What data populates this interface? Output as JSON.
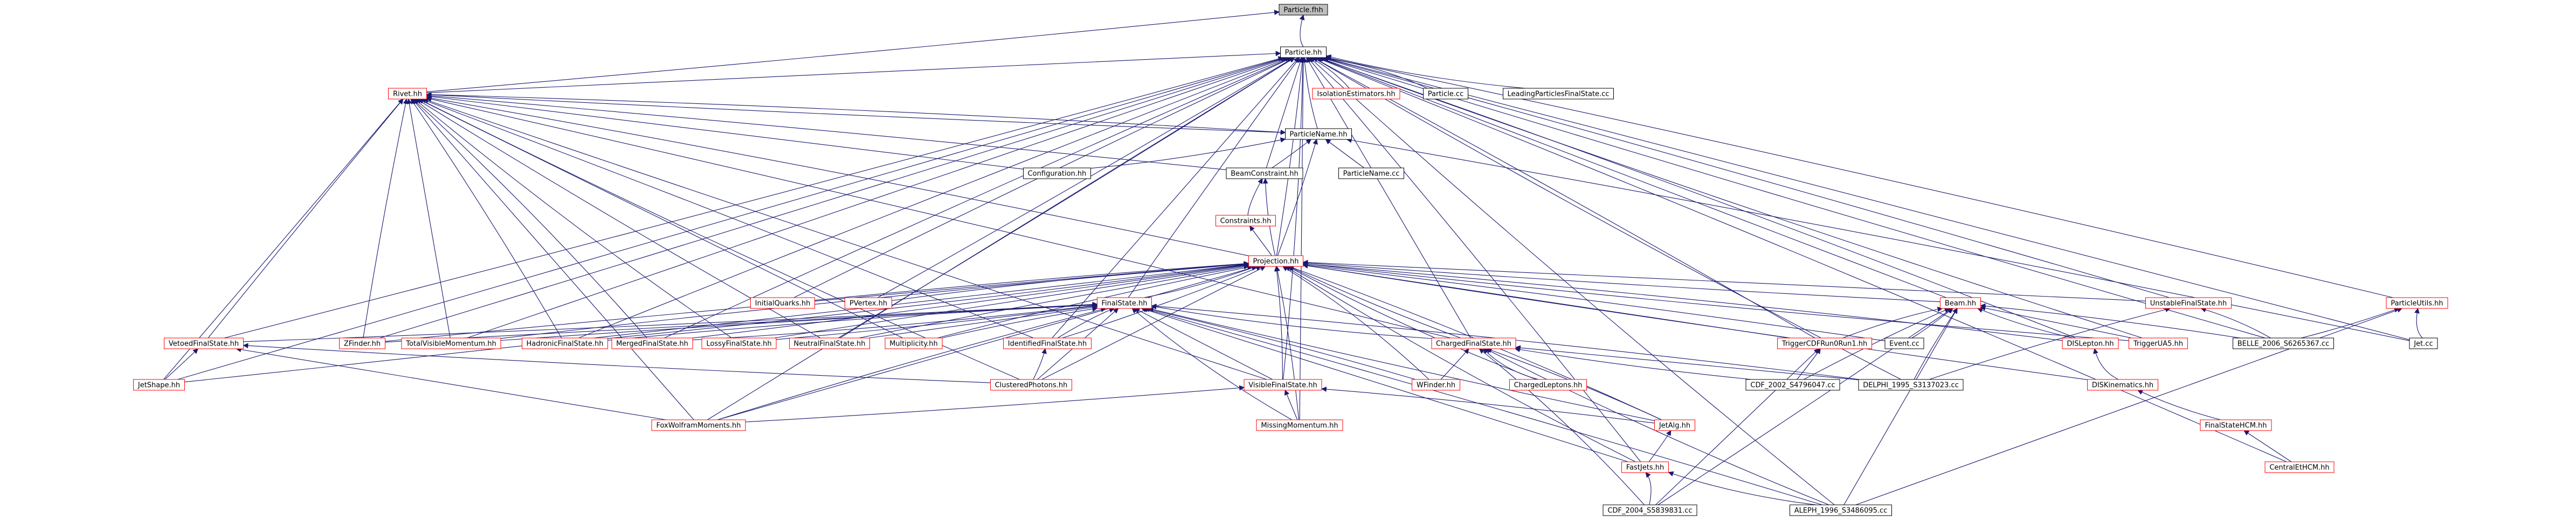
{
  "colors": {
    "edge": "#191970",
    "edge_dark": "#000080",
    "node_border_black": "#000000",
    "node_border_red": "#ff0000",
    "node_fill_white": "#ffffff",
    "node_fill_selected": "#bfbfbf",
    "text": "#000000"
  },
  "nodes": [
    {
      "id": "particle_fhh",
      "label": "Particle.fhh",
      "style": "selected"
    },
    {
      "id": "particle_hh",
      "label": "Particle.hh",
      "style": "black"
    },
    {
      "id": "rivet_hh",
      "label": "Rivet.hh",
      "style": "red"
    },
    {
      "id": "isolation",
      "label": "IsolationEstimators.hh",
      "style": "red"
    },
    {
      "id": "particle_cc",
      "label": "Particle.cc",
      "style": "black"
    },
    {
      "id": "leading",
      "label": "LeadingParticlesFinalState.cc",
      "style": "black"
    },
    {
      "id": "particlename_hh",
      "label": "ParticleName.hh",
      "style": "black"
    },
    {
      "id": "configuration",
      "label": "Configuration.hh",
      "style": "black"
    },
    {
      "id": "beamconstraint",
      "label": "BeamConstraint.hh",
      "style": "black"
    },
    {
      "id": "particlename_cc",
      "label": "ParticleName.cc",
      "style": "black"
    },
    {
      "id": "constraints",
      "label": "Constraints.hh",
      "style": "red"
    },
    {
      "id": "projection",
      "label": "Projection.hh",
      "style": "red"
    },
    {
      "id": "initialquarks",
      "label": "InitialQuarks.hh",
      "style": "red"
    },
    {
      "id": "pvertex",
      "label": "PVertex.hh",
      "style": "red"
    },
    {
      "id": "finalstate",
      "label": "FinalState.hh",
      "style": "red"
    },
    {
      "id": "beam",
      "label": "Beam.hh",
      "style": "red"
    },
    {
      "id": "unstable",
      "label": "UnstableFinalState.hh",
      "style": "red"
    },
    {
      "id": "particleutils",
      "label": "ParticleUtils.hh",
      "style": "red"
    },
    {
      "id": "vetoed",
      "label": "VetoedFinalState.hh",
      "style": "red"
    },
    {
      "id": "zfinder",
      "label": "ZFinder.hh",
      "style": "red"
    },
    {
      "id": "totalvisible",
      "label": "TotalVisibleMomentum.hh",
      "style": "red"
    },
    {
      "id": "hadronic",
      "label": "HadronicFinalState.hh",
      "style": "red"
    },
    {
      "id": "merged",
      "label": "MergedFinalState.hh",
      "style": "red"
    },
    {
      "id": "lossy",
      "label": "LossyFinalState.hh",
      "style": "red"
    },
    {
      "id": "neutral",
      "label": "NeutralFinalState.hh",
      "style": "red"
    },
    {
      "id": "multiplicity",
      "label": "Multiplicity.hh",
      "style": "red"
    },
    {
      "id": "identified",
      "label": "IdentifiedFinalState.hh",
      "style": "red"
    },
    {
      "id": "charged",
      "label": "ChargedFinalState.hh",
      "style": "red"
    },
    {
      "id": "triggercdf",
      "label": "TriggerCDFRun0Run1.hh",
      "style": "red"
    },
    {
      "id": "event_cc",
      "label": "Event.cc",
      "style": "black"
    },
    {
      "id": "dislepton",
      "label": "DISLepton.hh",
      "style": "red"
    },
    {
      "id": "triggerua5",
      "label": "TriggerUA5.hh",
      "style": "red"
    },
    {
      "id": "belle",
      "label": "BELLE_2006_S6265367.cc",
      "style": "black"
    },
    {
      "id": "jet_cc",
      "label": "Jet.cc",
      "style": "black"
    },
    {
      "id": "jetshape",
      "label": "JetShape.hh",
      "style": "red"
    },
    {
      "id": "clustered",
      "label": "ClusteredPhotons.hh",
      "style": "red"
    },
    {
      "id": "visible",
      "label": "VisibleFinalState.hh",
      "style": "red"
    },
    {
      "id": "wfinder",
      "label": "WFinder.hh",
      "style": "red"
    },
    {
      "id": "chargedleptons",
      "label": "ChargedLeptons.hh",
      "style": "red"
    },
    {
      "id": "cdf2002",
      "label": "CDF_2002_S4796047.cc",
      "style": "black"
    },
    {
      "id": "delphi",
      "label": "DELPHI_1995_S3137023.cc",
      "style": "black"
    },
    {
      "id": "diskinematics",
      "label": "DISKinematics.hh",
      "style": "red"
    },
    {
      "id": "foxwolfram",
      "label": "FoxWolframMoments.hh",
      "style": "red"
    },
    {
      "id": "missingmomentum",
      "label": "MissingMomentum.hh",
      "style": "red"
    },
    {
      "id": "jetalg",
      "label": "JetAlg.hh",
      "style": "red"
    },
    {
      "id": "finalstatehcm",
      "label": "FinalStateHCM.hh",
      "style": "red"
    },
    {
      "id": "centraletHCM",
      "label": "CentralEtHCM.hh",
      "style": "red"
    },
    {
      "id": "fastjets",
      "label": "FastJets.hh",
      "style": "red"
    },
    {
      "id": "cdf2004",
      "label": "CDF_2004_S5839831.cc",
      "style": "black"
    },
    {
      "id": "aleph",
      "label": "ALEPH_1996_S3486095.cc",
      "style": "black"
    }
  ],
  "edges": [
    [
      "particle_fhh",
      "particle_hh"
    ],
    [
      "particle_fhh",
      "rivet_hh"
    ],
    [
      "particle_hh",
      "rivet_hh"
    ],
    [
      "particle_hh",
      "isolation"
    ],
    [
      "particle_hh",
      "particle_cc"
    ],
    [
      "particle_hh",
      "leading"
    ],
    [
      "particle_hh",
      "particlename_hh"
    ],
    [
      "particle_hh",
      "beamconstraint"
    ],
    [
      "particle_hh",
      "projection"
    ],
    [
      "particle_hh",
      "initialquarks"
    ],
    [
      "particle_hh",
      "pvertex"
    ],
    [
      "particle_hh",
      "finalstate"
    ],
    [
      "particle_hh",
      "beam"
    ],
    [
      "particle_hh",
      "unstable"
    ],
    [
      "particle_hh",
      "particleutils"
    ],
    [
      "particle_hh",
      "vetoed"
    ],
    [
      "particle_hh",
      "zfinder"
    ],
    [
      "particle_hh",
      "totalvisible"
    ],
    [
      "particle_hh",
      "hadronic"
    ],
    [
      "particle_hh",
      "merged"
    ],
    [
      "particle_hh",
      "neutral"
    ],
    [
      "particle_hh",
      "identified"
    ],
    [
      "particle_hh",
      "charged"
    ],
    [
      "particle_hh",
      "triggercdf"
    ],
    [
      "particle_hh",
      "dislepton"
    ],
    [
      "particle_hh",
      "triggerua5"
    ],
    [
      "particle_hh",
      "belle"
    ],
    [
      "particle_hh",
      "jet_cc"
    ],
    [
      "particle_hh",
      "jetshape"
    ],
    [
      "particle_hh",
      "visible"
    ],
    [
      "particle_hh",
      "delphi"
    ],
    [
      "particle_hh",
      "foxwolfram"
    ],
    [
      "particle_hh",
      "missingmomentum"
    ],
    [
      "particle_hh",
      "fastjets"
    ],
    [
      "particle_hh",
      "centraletHCM"
    ],
    [
      "particle_hh",
      "aleph"
    ],
    [
      "rivet_hh",
      "particlename_hh"
    ],
    [
      "rivet_hh",
      "configuration"
    ],
    [
      "rivet_hh",
      "beamconstraint"
    ],
    [
      "rivet_hh",
      "projection"
    ],
    [
      "rivet_hh",
      "vetoed"
    ],
    [
      "rivet_hh",
      "zfinder"
    ],
    [
      "rivet_hh",
      "totalvisible"
    ],
    [
      "rivet_hh",
      "hadronic"
    ],
    [
      "rivet_hh",
      "merged"
    ],
    [
      "rivet_hh",
      "lossy"
    ],
    [
      "rivet_hh",
      "neutral"
    ],
    [
      "rivet_hh",
      "multiplicity"
    ],
    [
      "rivet_hh",
      "identified"
    ],
    [
      "rivet_hh",
      "jetshape"
    ],
    [
      "rivet_hh",
      "clustered"
    ],
    [
      "rivet_hh",
      "visible"
    ],
    [
      "rivet_hh",
      "foxwolfram"
    ],
    [
      "rivet_hh",
      "charged"
    ],
    [
      "particlename_hh",
      "rivet_hh"
    ],
    [
      "particlename_hh",
      "configuration"
    ],
    [
      "particlename_hh",
      "beamconstraint"
    ],
    [
      "particlename_hh",
      "particlename_cc"
    ],
    [
      "particlename_hh",
      "projection"
    ],
    [
      "particlename_hh",
      "jet_cc"
    ],
    [
      "beamconstraint",
      "constraints"
    ],
    [
      "beamconstraint",
      "projection"
    ],
    [
      "constraints",
      "projection"
    ],
    [
      "projection",
      "initialquarks"
    ],
    [
      "projection",
      "pvertex"
    ],
    [
      "projection",
      "finalstate"
    ],
    [
      "projection",
      "beam"
    ],
    [
      "projection",
      "unstable"
    ],
    [
      "projection",
      "zfinder"
    ],
    [
      "projection",
      "totalvisible"
    ],
    [
      "projection",
      "hadronic"
    ],
    [
      "projection",
      "merged"
    ],
    [
      "projection",
      "lossy"
    ],
    [
      "projection",
      "neutral"
    ],
    [
      "projection",
      "multiplicity"
    ],
    [
      "projection",
      "identified"
    ],
    [
      "projection",
      "charged"
    ],
    [
      "projection",
      "triggercdf"
    ],
    [
      "projection",
      "event_cc"
    ],
    [
      "projection",
      "dislepton"
    ],
    [
      "projection",
      "triggerua5"
    ],
    [
      "projection",
      "jetshape"
    ],
    [
      "projection",
      "clustered"
    ],
    [
      "projection",
      "visible"
    ],
    [
      "projection",
      "wfinder"
    ],
    [
      "projection",
      "chargedleptons"
    ],
    [
      "projection",
      "diskinematics"
    ],
    [
      "projection",
      "foxwolfram"
    ],
    [
      "projection",
      "missingmomentum"
    ],
    [
      "projection",
      "jetalg"
    ],
    [
      "projection",
      "fastjets"
    ],
    [
      "finalstate",
      "vetoed"
    ],
    [
      "finalstate",
      "zfinder"
    ],
    [
      "finalstate",
      "totalvisible"
    ],
    [
      "finalstate",
      "hadronic"
    ],
    [
      "finalstate",
      "merged"
    ],
    [
      "finalstate",
      "lossy"
    ],
    [
      "finalstate",
      "neutral"
    ],
    [
      "finalstate",
      "multiplicity"
    ],
    [
      "finalstate",
      "identified"
    ],
    [
      "finalstate",
      "charged"
    ],
    [
      "finalstate",
      "clustered"
    ],
    [
      "finalstate",
      "visible"
    ],
    [
      "finalstate",
      "wfinder"
    ],
    [
      "finalstate",
      "foxwolfram"
    ],
    [
      "finalstate",
      "missingmomentum"
    ],
    [
      "finalstate",
      "jetalg"
    ],
    [
      "finalstate",
      "fastjets"
    ],
    [
      "finalstate",
      "aleph"
    ],
    [
      "finalstate",
      "delphi"
    ],
    [
      "vetoed",
      "jetshape"
    ],
    [
      "vetoed",
      "clustered"
    ],
    [
      "vetoed",
      "foxwolfram"
    ],
    [
      "identified",
      "clustered"
    ],
    [
      "charged",
      "wfinder"
    ],
    [
      "charged",
      "chargedleptons"
    ],
    [
      "charged",
      "cdf2002"
    ],
    [
      "charged",
      "delphi"
    ],
    [
      "charged",
      "jetalg"
    ],
    [
      "charged",
      "cdf2004"
    ],
    [
      "charged",
      "aleph"
    ],
    [
      "visible",
      "foxwolfram"
    ],
    [
      "visible",
      "missingmomentum"
    ],
    [
      "visible",
      "jetalg"
    ],
    [
      "beam",
      "triggercdf"
    ],
    [
      "beam",
      "event_cc"
    ],
    [
      "beam",
      "dislepton"
    ],
    [
      "beam",
      "triggerua5"
    ],
    [
      "beam",
      "belle"
    ],
    [
      "beam",
      "cdf2002"
    ],
    [
      "beam",
      "delphi"
    ],
    [
      "beam",
      "cdf2004"
    ],
    [
      "beam",
      "aleph"
    ],
    [
      "triggercdf",
      "cdf2002"
    ],
    [
      "triggercdf",
      "cdf2004"
    ],
    [
      "dislepton",
      "diskinematics"
    ],
    [
      "diskinematics",
      "finalstatehcm"
    ],
    [
      "finalstatehcm",
      "centraletHCM"
    ],
    [
      "unstable",
      "belle"
    ],
    [
      "unstable",
      "delphi"
    ],
    [
      "particleutils",
      "jet_cc"
    ],
    [
      "particleutils",
      "belle"
    ],
    [
      "particleutils",
      "aleph"
    ],
    [
      "jetalg",
      "fastjets"
    ],
    [
      "fastjets",
      "cdf2004"
    ],
    [
      "fastjets",
      "aleph"
    ]
  ]
}
